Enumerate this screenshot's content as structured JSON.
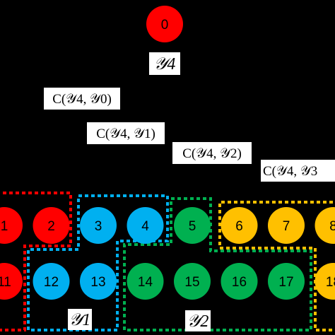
{
  "colors": {
    "red": "#ff0000",
    "blue": "#00b0f0",
    "green": "#00b050",
    "yellow": "#ffc000",
    "label_bg": "#ffffff",
    "background": "#000000"
  },
  "root": {
    "label": "0",
    "color": "red"
  },
  "root_cluster_label": "𝒴4",
  "cost_labels": [
    "C(𝒴4, 𝒴0)",
    "C(𝒴4, 𝒴1)",
    "C(𝒴4, 𝒴2)",
    "C(𝒴4, 𝒴3"
  ],
  "nodes_row1": [
    {
      "label": "1",
      "color": "red"
    },
    {
      "label": "2",
      "color": "red"
    },
    {
      "label": "3",
      "color": "blue"
    },
    {
      "label": "4",
      "color": "blue"
    },
    {
      "label": "5",
      "color": "green"
    },
    {
      "label": "6",
      "color": "yellow"
    },
    {
      "label": "7",
      "color": "yellow"
    },
    {
      "label": "8",
      "color": "yellow"
    }
  ],
  "nodes_row2": [
    {
      "label": "11",
      "color": "red"
    },
    {
      "label": "12",
      "color": "blue"
    },
    {
      "label": "13",
      "color": "blue"
    },
    {
      "label": "14",
      "color": "green"
    },
    {
      "label": "15",
      "color": "green"
    },
    {
      "label": "16",
      "color": "green"
    },
    {
      "label": "17",
      "color": "green"
    },
    {
      "label": "18",
      "color": "yellow"
    }
  ],
  "cluster_labels": {
    "blue": "𝒴1",
    "green": "𝒴2"
  }
}
